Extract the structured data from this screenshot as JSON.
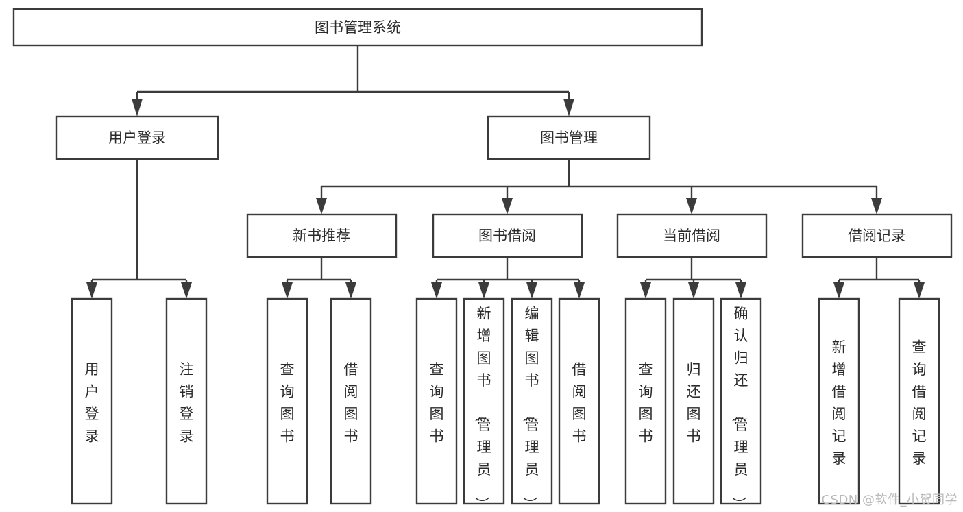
{
  "diagram": {
    "type": "tree",
    "title": "图书管理系统",
    "orientation": "top-down",
    "colors": {
      "box_fill": "#ffffff",
      "box_stroke": "#3b3b3b",
      "text": "#2b2b2b",
      "background": "#ffffff",
      "watermark": "#b9b9b9"
    },
    "nodes": {
      "root": {
        "label": "图书管理系统"
      },
      "level2": [
        {
          "label": "用户登录"
        },
        {
          "label": "图书管理"
        }
      ],
      "level3": [
        {
          "label": "新书推荐"
        },
        {
          "label": "图书借阅"
        },
        {
          "label": "当前借阅"
        },
        {
          "label": "借阅记录"
        }
      ],
      "leaves_user_login": [
        {
          "label": "用户登录"
        },
        {
          "label": "注销登录"
        }
      ],
      "leaves_new_book": [
        {
          "label": "查询图书"
        },
        {
          "label": "借阅图书"
        }
      ],
      "leaves_borrow": [
        {
          "label": "查询图书"
        },
        {
          "label": "新增图书（管理员）"
        },
        {
          "label": "编辑图书（管理员）"
        },
        {
          "label": "借阅图书"
        }
      ],
      "leaves_current": [
        {
          "label": "查询图书"
        },
        {
          "label": "归还图书"
        },
        {
          "label": "确认归还（管理员）"
        }
      ],
      "leaves_record": [
        {
          "label": "新增借阅记录"
        },
        {
          "label": "查询借阅记录"
        }
      ]
    },
    "watermark": "CSDN @软件_小贺同学"
  }
}
